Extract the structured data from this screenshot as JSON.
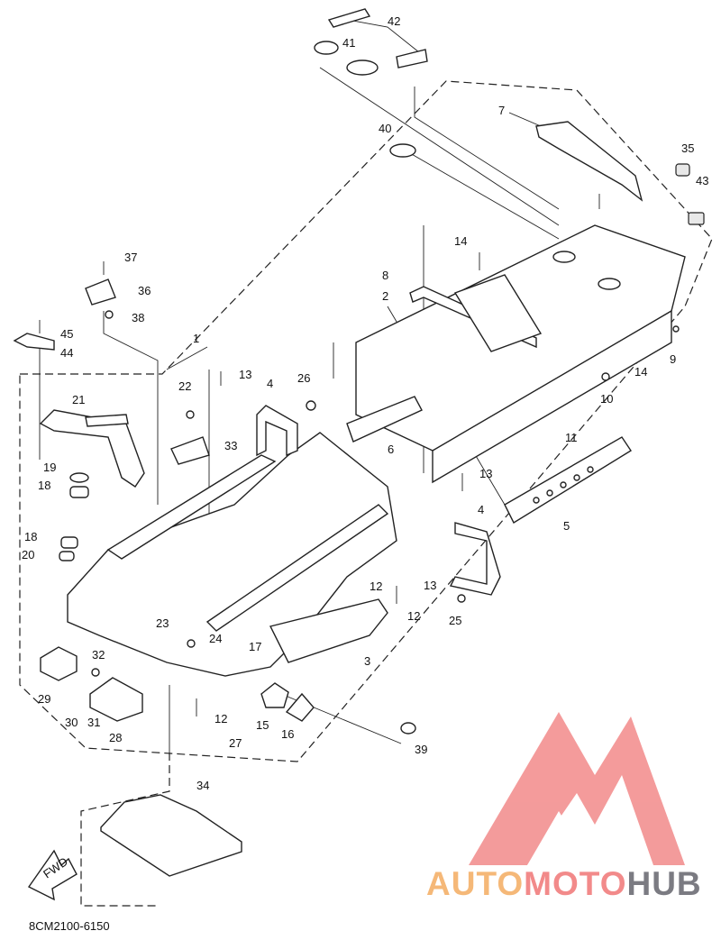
{
  "diagram": {
    "callouts": [
      "1",
      "2",
      "3",
      "4",
      "4",
      "5",
      "6",
      "7",
      "8",
      "9",
      "10",
      "11",
      "12",
      "12",
      "12",
      "13",
      "13",
      "13",
      "14",
      "14",
      "15",
      "16",
      "17",
      "18",
      "18",
      "19",
      "20",
      "21",
      "22",
      "23",
      "24",
      "25",
      "26",
      "27",
      "28",
      "29",
      "30",
      "31",
      "32",
      "33",
      "34",
      "35",
      "36",
      "37",
      "38",
      "39",
      "40",
      "41",
      "42",
      "43",
      "44",
      "45"
    ],
    "fwd_label": "FWD",
    "part_code": "8CM2100-6150"
  },
  "watermark": {
    "text_a": "AUTO",
    "text_b": "MOTO",
    "text_c": "HUB",
    "color_a": "#f5b878",
    "color_b": "#f28a8a",
    "color_c": "#7b7b82",
    "logo_color": "#f28a8a"
  }
}
